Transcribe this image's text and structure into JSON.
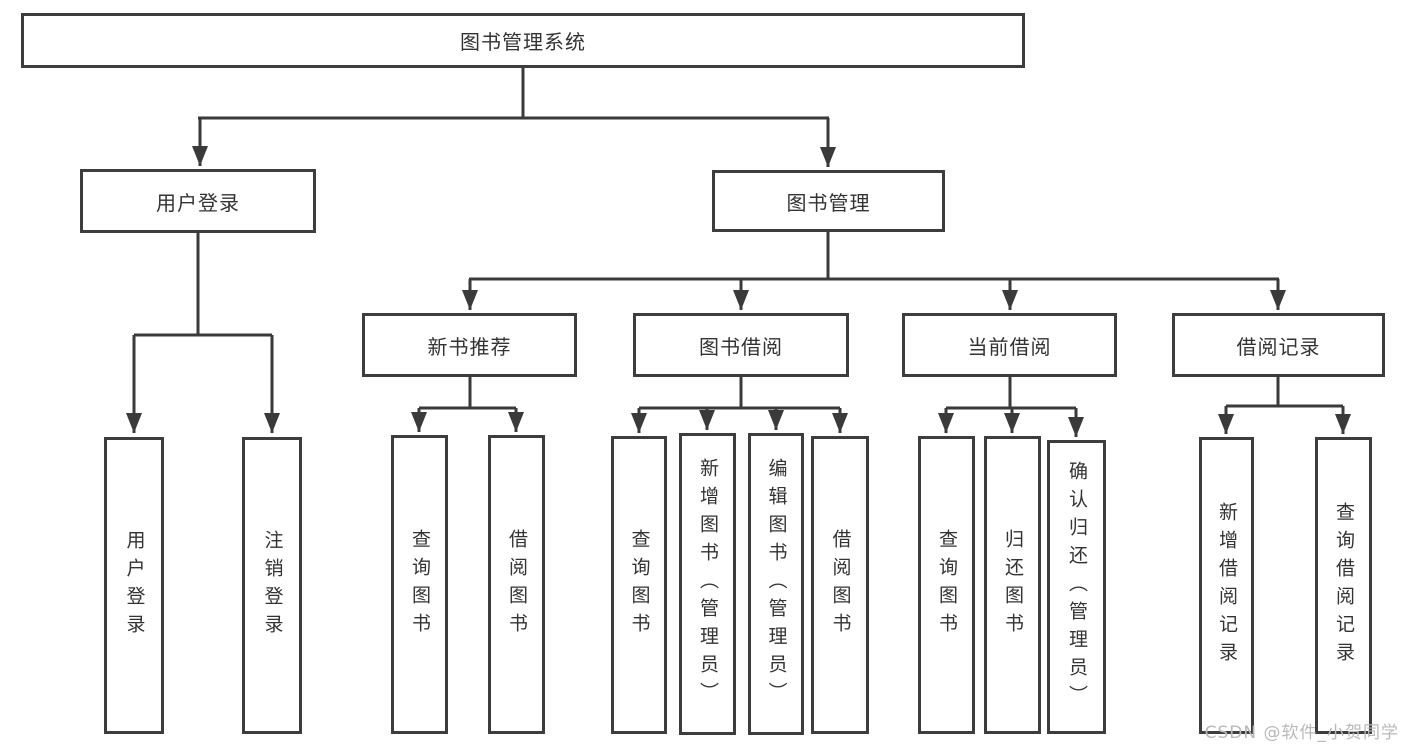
{
  "diagram_type": "hierarchy-tree",
  "root": {
    "label": "图书管理系统",
    "children": [
      {
        "label": "用户登录",
        "children": [
          {
            "label": "用户登录"
          },
          {
            "label": "注销登录"
          }
        ]
      },
      {
        "label": "图书管理",
        "children": [
          {
            "label": "新书推荐",
            "children": [
              {
                "label": "查询图书"
              },
              {
                "label": "借阅图书"
              }
            ]
          },
          {
            "label": "图书借阅",
            "children": [
              {
                "label": "查询图书"
              },
              {
                "label": "新增图书（管理员）"
              },
              {
                "label": "编辑图书（管理员）"
              },
              {
                "label": "借阅图书"
              }
            ]
          },
          {
            "label": "当前借阅",
            "children": [
              {
                "label": "查询图书"
              },
              {
                "label": "归还图书"
              },
              {
                "label": "确认归还（管理员）"
              }
            ]
          },
          {
            "label": "借阅记录",
            "children": [
              {
                "label": "新增借阅记录"
              },
              {
                "label": "查询借阅记录"
              }
            ]
          }
        ]
      }
    ]
  },
  "colors": {
    "line": "#3a3a3a",
    "border": "#3d3d3d",
    "text": "#333333",
    "watermark": "#b9b9b9",
    "background": "#ffffff"
  },
  "watermark": {
    "text": "CSDN @软件_小贺同学"
  }
}
